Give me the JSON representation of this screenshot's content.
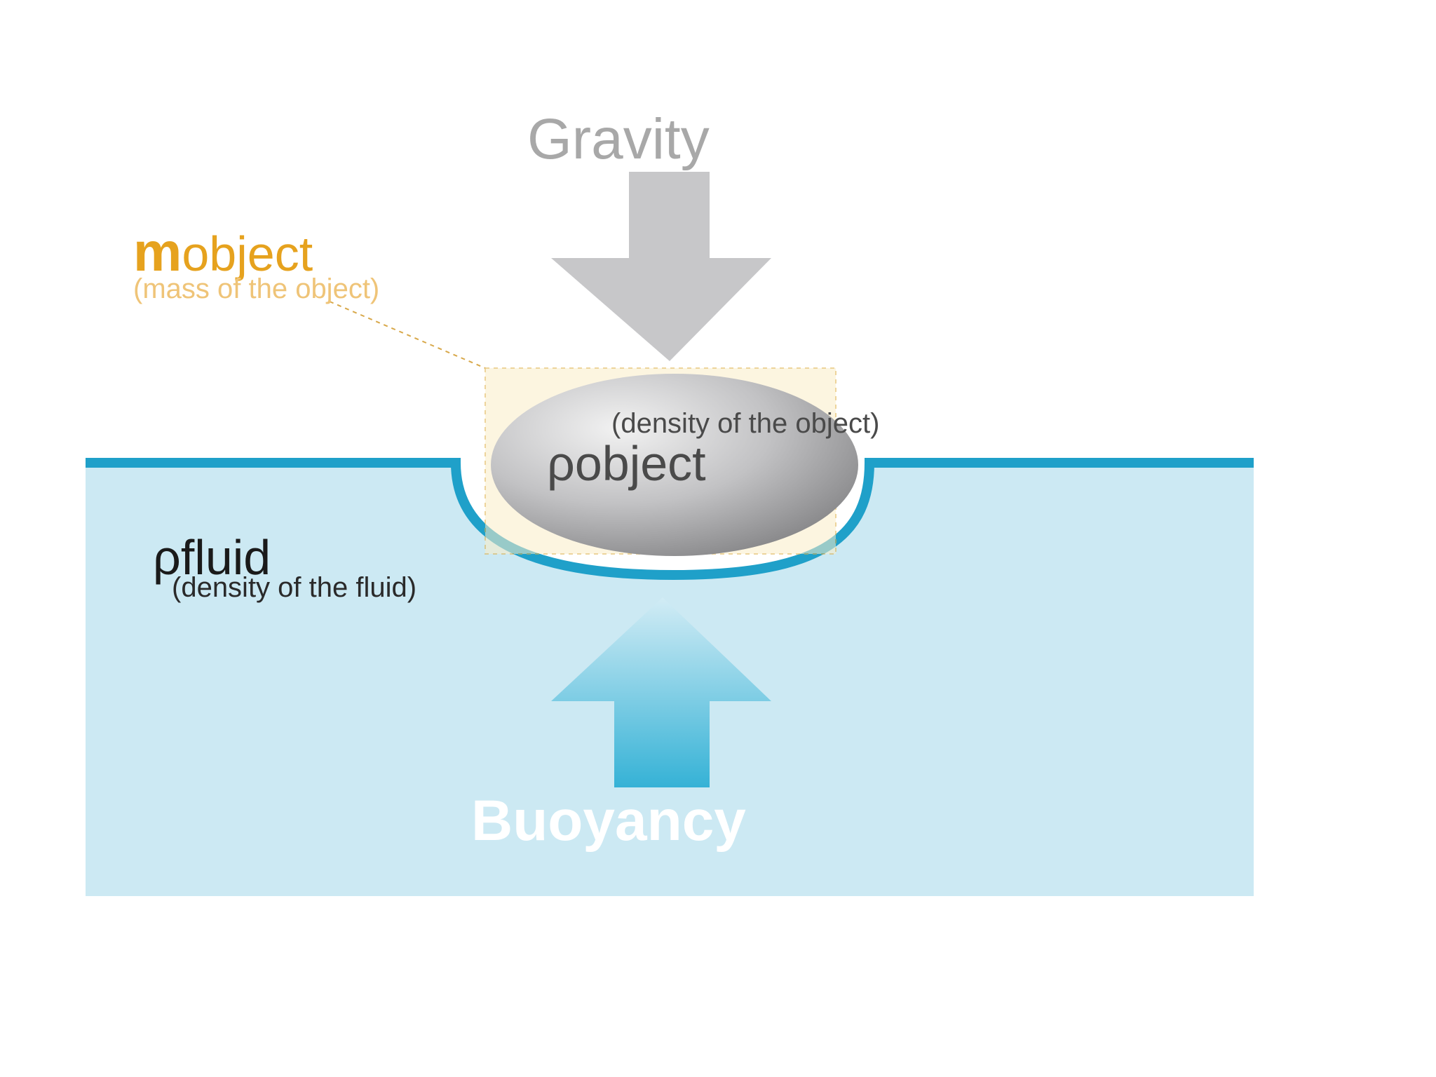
{
  "diagram": {
    "gravity": {
      "label": "Gravity"
    },
    "buoyancy": {
      "label": "Buoyancy"
    },
    "mass": {
      "symbol": "m",
      "subscript": "object",
      "description": "(mass of the object)"
    },
    "object_density": {
      "symbol": "ρ",
      "subscript": "object",
      "description": "(density of the object)"
    },
    "fluid_density": {
      "symbol": "ρ",
      "subscript": "fluid",
      "description": "(density of the fluid)"
    }
  },
  "colors": {
    "fluid": "#cce9f3",
    "surface_line": "#1fa0c9",
    "gravity_arrow": "#c7c7c9",
    "buoyancy_arrow_top": "#d2ecf5",
    "buoyancy_arrow_bottom": "#35b2d6",
    "mass_label": "#e6a21e",
    "highlight_box": "#fbeec8",
    "text_dark": "#3a3a3a",
    "text_grey": "#a8a8a8"
  }
}
